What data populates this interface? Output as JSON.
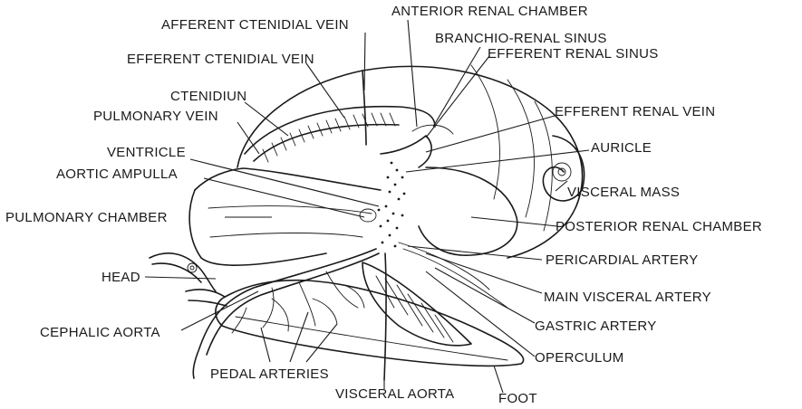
{
  "labels": {
    "afferent_ctenidial_vein": "AFFERENT CTENIDIAL VEIN",
    "anterior_renal_chamber": "ANTERIOR RENAL CHAMBER",
    "branchio_renal_sinus": "BRANCHIO-RENAL SINUS",
    "efferent_renal_sinus": "EFFERENT RENAL SINUS",
    "efferent_ctenidial_vein": "EFFERENT CTENIDIAL VEIN",
    "ctenidium": "CTENIDIUN",
    "pulmonary_vein": "PULMONARY VEIN",
    "efferent_renal_vein": "EFFERENT RENAL VEIN",
    "ventricle": "VENTRICLE",
    "auricle": "AURICLE",
    "aortic_ampulla": "AORTIC AMPULLA",
    "visceral_mass": "VISCERAL MASS",
    "pulmonary_chamber": "PULMONARY CHAMBER",
    "posterior_renal_chamber": "POSTERIOR RENAL CHAMBER",
    "pericardial_artery": "PERICARDIAL ARTERY",
    "head": "HEAD",
    "main_visceral_artery": "MAIN VISCERAL ARTERY",
    "gastric_artery": "GASTRIC ARTERY",
    "cephalic_aorta": "CEPHALIC AORTA",
    "operculum": "OPERCULUM",
    "pedal_arteries": "PEDAL ARTERIES",
    "visceral_aorta": "VISCERAL AORTA",
    "foot": "FOOT"
  }
}
